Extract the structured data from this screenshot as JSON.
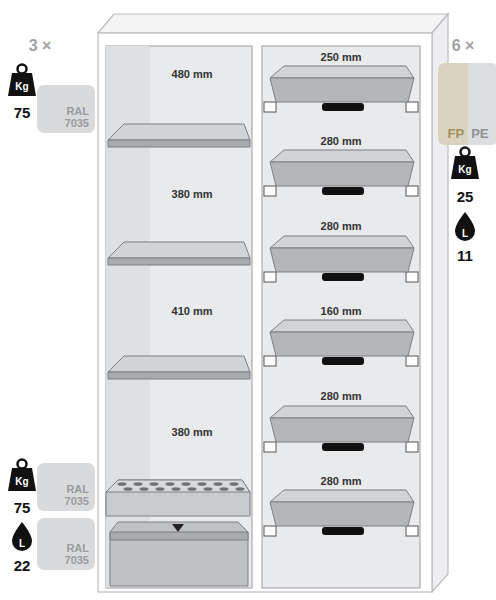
{
  "diagram": {
    "nodes": [
      {
        "text": [
          "RAL 7035"
        ]
      },
      {
        "text": [
          "FP",
          "PE"
        ]
      },
      {
        "text": [
          "RAL 7035"
        ]
      },
      {
        "text": [
          "RAL 7035"
        ]
      }
    ],
    "labels": [
      "3 ×",
      "Kg",
      "75",
      "480 mm",
      "250 mm",
      "6 ×",
      "280 mm",
      "Kg",
      "25",
      "L",
      "11",
      "380 mm",
      "280 mm",
      "410 mm",
      "160 mm",
      "280 mm",
      "380 mm",
      "Kg",
      "280 mm",
      "75",
      "L",
      "22"
    ]
  }
}
